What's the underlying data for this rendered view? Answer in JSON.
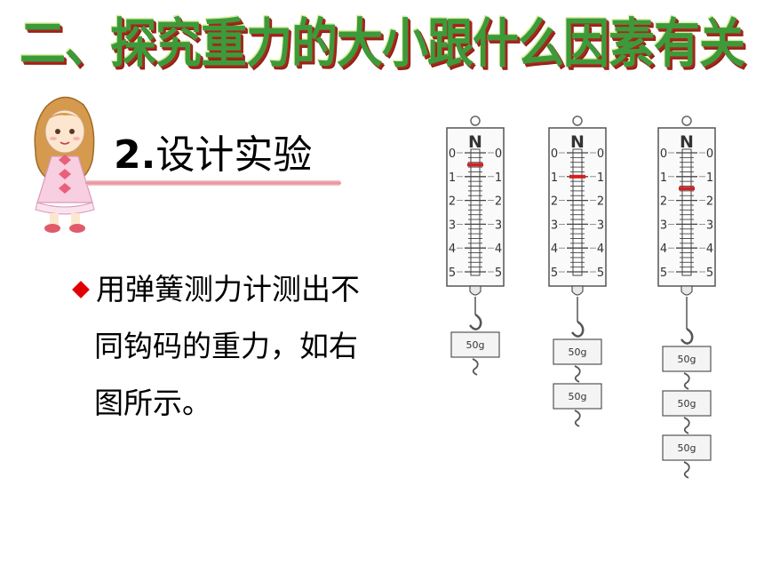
{
  "slide": {
    "title": "二、探究重力的大小跟什么因素有关",
    "heading_number": "2.",
    "heading_text": "设计实验",
    "bullet_text": "用弹簧测力计测出不同钩码的重力，如右图所示。",
    "colors": {
      "title_green": "#3d9a3a",
      "title_shadow": "#a8281c",
      "bullet_red": "#e00000",
      "rule_pink": "#e58f9a"
    }
  },
  "figure": {
    "unit_label": "N",
    "scale_ticks": [
      "0",
      "1",
      "2",
      "3",
      "4",
      "5"
    ],
    "scale_max": 5,
    "mass_label": "50g",
    "meters": [
      {
        "reading_n": 0.5,
        "masses": [
          "50g"
        ]
      },
      {
        "reading_n": 1.0,
        "masses": [
          "50g",
          "50g"
        ]
      },
      {
        "reading_n": 1.5,
        "masses": [
          "50g",
          "50g",
          "50g"
        ]
      }
    ]
  }
}
